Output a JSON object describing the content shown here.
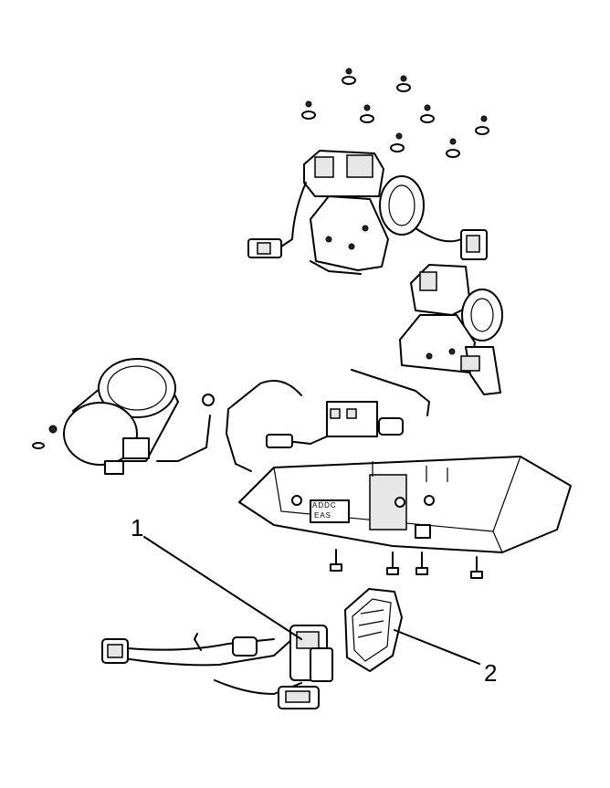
{
  "callouts": [
    {
      "id": "1",
      "label": "1"
    },
    {
      "id": "2",
      "label": "2"
    }
  ],
  "module_label_top": "ADDC",
  "module_label_bottom": "EAS"
}
